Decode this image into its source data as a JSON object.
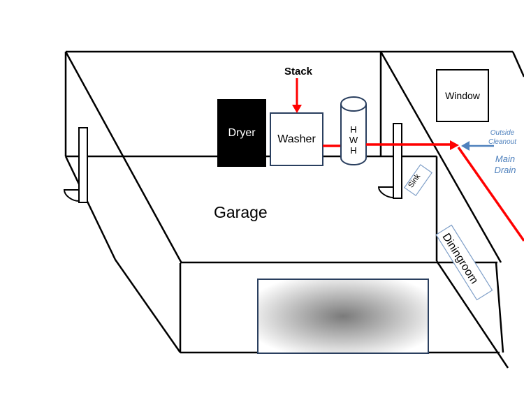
{
  "labels": {
    "stack": "Stack",
    "dryer": "Dryer",
    "washer": "Washer",
    "hwh": "H W H",
    "window": "Window",
    "garage": "Garage",
    "outside_cleanout": "Outside Cleanout",
    "main_drain": "Main Drain",
    "sink": "Sink",
    "dining_room": "Diningroom"
  },
  "colors": {
    "line": "#000000",
    "pipe": "#ff0000",
    "cleanout_arrow": "#4f81bd",
    "dryer_fill": "#000000"
  }
}
